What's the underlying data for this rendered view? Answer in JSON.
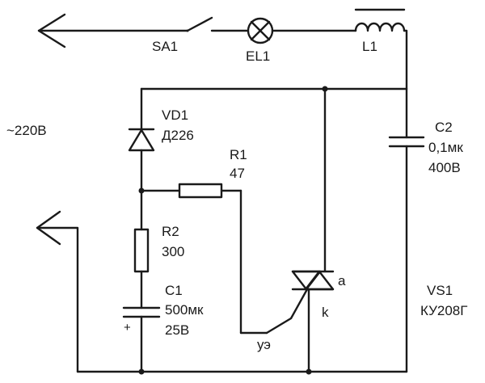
{
  "diagram": {
    "mains_label": "~220В",
    "switch": {
      "ref": "SA1"
    },
    "lamp": {
      "ref": "EL1"
    },
    "inductor": {
      "ref": "L1"
    },
    "diode": {
      "ref": "VD1",
      "type": "Д226"
    },
    "resistor_r1": {
      "ref": "R1",
      "value": "47"
    },
    "resistor_r2": {
      "ref": "R2",
      "value": "300"
    },
    "capacitor_c1": {
      "ref": "C1",
      "value": "500мк",
      "voltage": "25В",
      "polarity_mark": "+"
    },
    "capacitor_c2": {
      "ref": "C2",
      "value": "0,1мк",
      "voltage": "400В"
    },
    "thyristor": {
      "ref": "VS1",
      "type": "КУ208Г",
      "anode_label": "a",
      "cathode_label": "k",
      "gate_label": "уэ"
    }
  }
}
